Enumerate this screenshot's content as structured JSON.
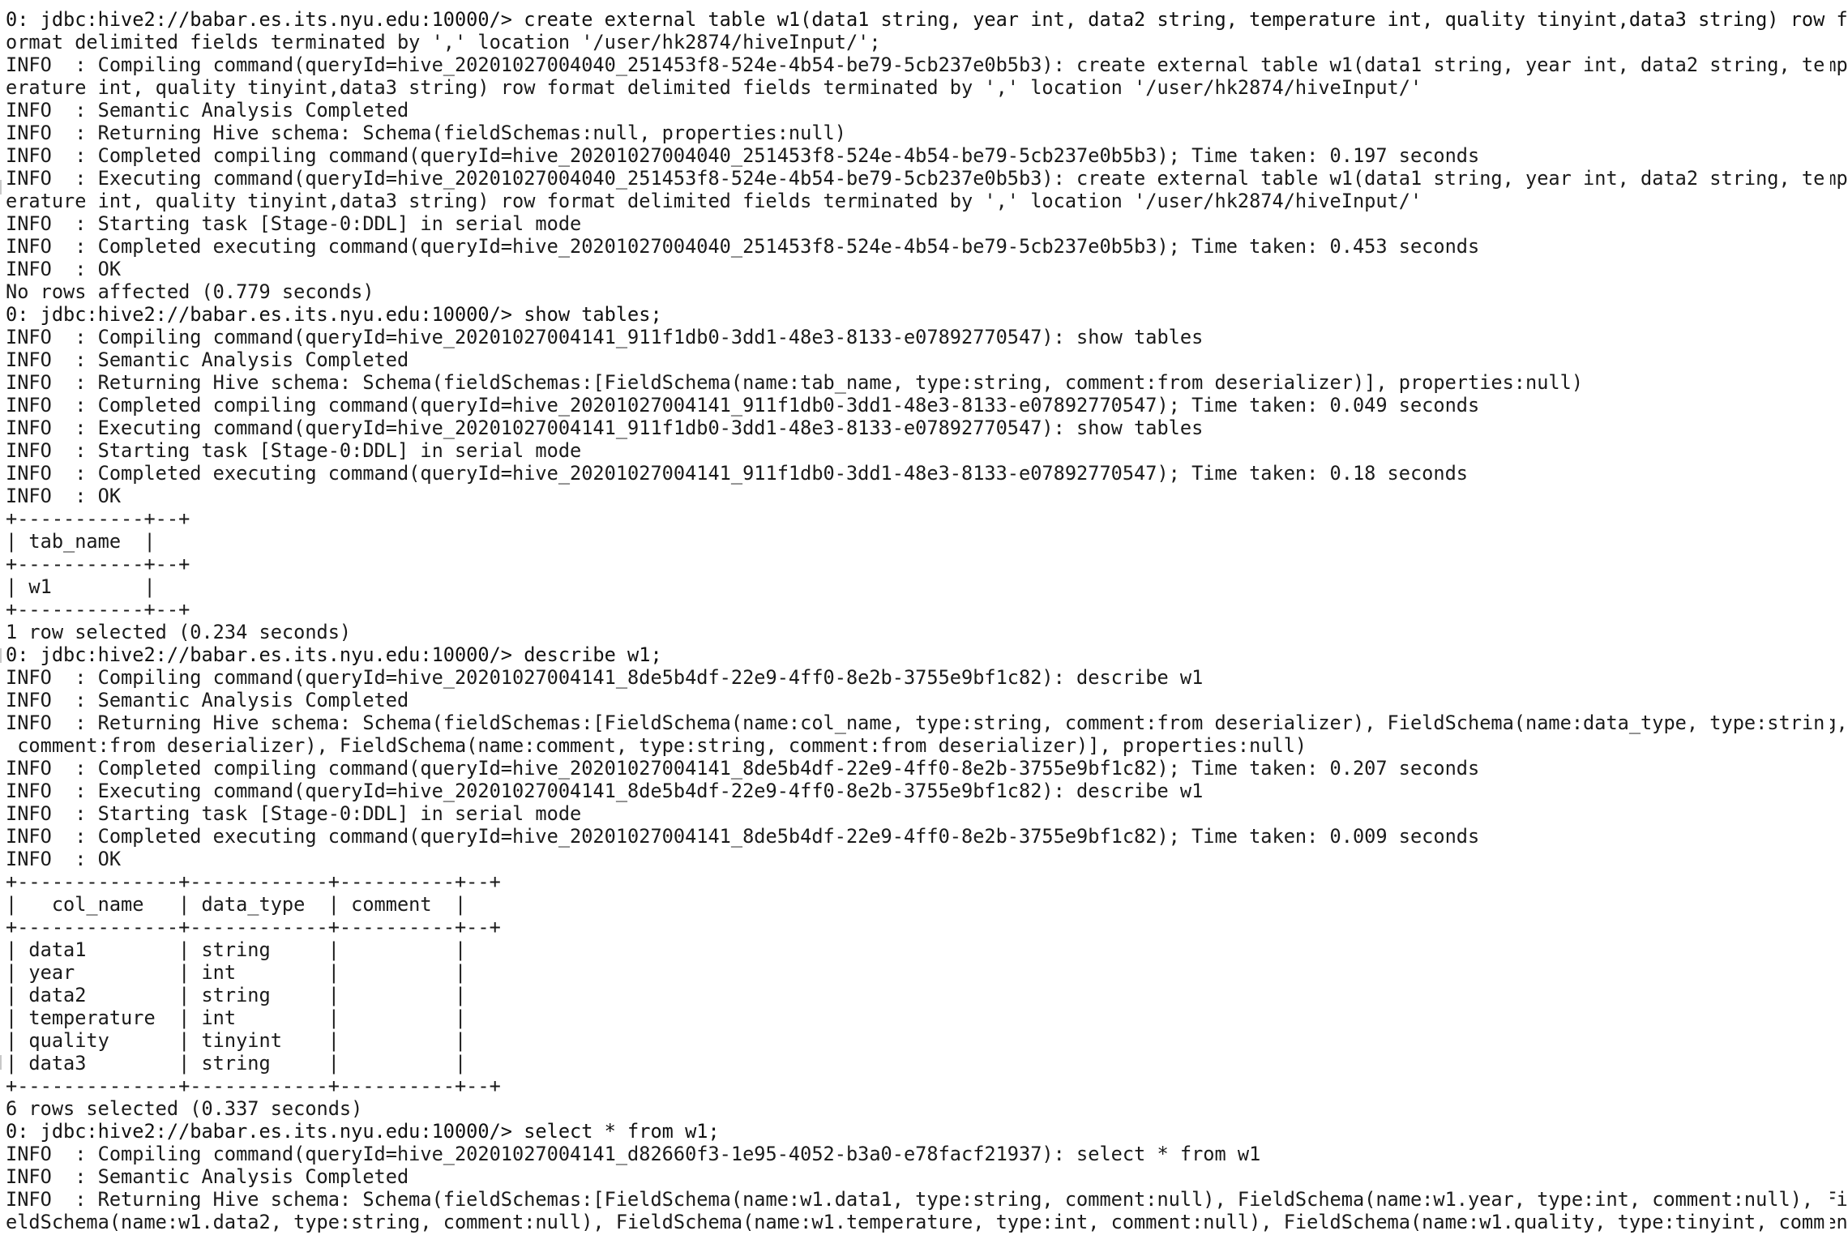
{
  "terminal": {
    "lines": [
      "0: jdbc:hive2://babar.es.its.nyu.edu:10000/> create external table w1(data1 string, year int, data2 string, temperature int, quality tinyint,data3 string) row f",
      "ormat delimited fields terminated by ',' location '/user/hk2874/hiveInput/';",
      "INFO  : Compiling command(queryId=hive_20201027004040_251453f8-524e-4b54-be79-5cb237e0b5b3): create external table w1(data1 string, year int, data2 string, temp",
      "erature int, quality tinyint,data3 string) row format delimited fields terminated by ',' location '/user/hk2874/hiveInput/'",
      "INFO  : Semantic Analysis Completed",
      "INFO  : Returning Hive schema: Schema(fieldSchemas:null, properties:null)",
      "INFO  : Completed compiling command(queryId=hive_20201027004040_251453f8-524e-4b54-be79-5cb237e0b5b3); Time taken: 0.197 seconds",
      "INFO  : Executing command(queryId=hive_20201027004040_251453f8-524e-4b54-be79-5cb237e0b5b3): create external table w1(data1 string, year int, data2 string, temp",
      "erature int, quality tinyint,data3 string) row format delimited fields terminated by ',' location '/user/hk2874/hiveInput/'",
      "INFO  : Starting task [Stage-0:DDL] in serial mode",
      "INFO  : Completed executing command(queryId=hive_20201027004040_251453f8-524e-4b54-be79-5cb237e0b5b3); Time taken: 0.453 seconds",
      "INFO  : OK",
      "No rows affected (0.779 seconds)",
      "0: jdbc:hive2://babar.es.its.nyu.edu:10000/> show tables;",
      "INFO  : Compiling command(queryId=hive_20201027004141_911f1db0-3dd1-48e3-8133-e07892770547): show tables",
      "INFO  : Semantic Analysis Completed",
      "INFO  : Returning Hive schema: Schema(fieldSchemas:[FieldSchema(name:tab_name, type:string, comment:from deserializer)], properties:null)",
      "INFO  : Completed compiling command(queryId=hive_20201027004141_911f1db0-3dd1-48e3-8133-e07892770547); Time taken: 0.049 seconds",
      "INFO  : Executing command(queryId=hive_20201027004141_911f1db0-3dd1-48e3-8133-e07892770547): show tables",
      "INFO  : Starting task [Stage-0:DDL] in serial mode",
      "INFO  : Completed executing command(queryId=hive_20201027004141_911f1db0-3dd1-48e3-8133-e07892770547); Time taken: 0.18 seconds",
      "INFO  : OK",
      "+-----------+--+",
      "| tab_name  |",
      "+-----------+--+",
      "| w1        |",
      "+-----------+--+",
      "1 row selected (0.234 seconds)",
      "0: jdbc:hive2://babar.es.its.nyu.edu:10000/> describe w1;",
      "INFO  : Compiling command(queryId=hive_20201027004141_8de5b4df-22e9-4ff0-8e2b-3755e9bf1c82): describe w1",
      "INFO  : Semantic Analysis Completed",
      "INFO  : Returning Hive schema: Schema(fieldSchemas:[FieldSchema(name:col_name, type:string, comment:from deserializer), FieldSchema(name:data_type, type:string,",
      " comment:from deserializer), FieldSchema(name:comment, type:string, comment:from deserializer)], properties:null)",
      "INFO  : Completed compiling command(queryId=hive_20201027004141_8de5b4df-22e9-4ff0-8e2b-3755e9bf1c82); Time taken: 0.207 seconds",
      "INFO  : Executing command(queryId=hive_20201027004141_8de5b4df-22e9-4ff0-8e2b-3755e9bf1c82): describe w1",
      "INFO  : Starting task [Stage-0:DDL] in serial mode",
      "INFO  : Completed executing command(queryId=hive_20201027004141_8de5b4df-22e9-4ff0-8e2b-3755e9bf1c82); Time taken: 0.009 seconds",
      "INFO  : OK",
      "+--------------+------------+----------+--+",
      "|   col_name   | data_type  | comment  |",
      "+--------------+------------+----------+--+",
      "| data1        | string     |          |",
      "| year         | int        |          |",
      "| data2        | string     |          |",
      "| temperature  | int        |          |",
      "| quality      | tinyint    |          |",
      "| data3        | string     |          |",
      "+--------------+------------+----------+--+",
      "6 rows selected (0.337 seconds)",
      "0: jdbc:hive2://babar.es.its.nyu.edu:10000/> select * from w1;",
      "INFO  : Compiling command(queryId=hive_20201027004141_d82660f3-1e95-4052-b3a0-e78facf21937): select * from w1",
      "INFO  : Semantic Analysis Completed",
      "INFO  : Returning Hive schema: Schema(fieldSchemas:[FieldSchema(name:w1.data1, type:string, comment:null), FieldSchema(name:w1.year, type:int, comment:null), Fi",
      "eldSchema(name:w1.data2, type:string, comment:null), FieldSchema(name:w1.temperature, type:int, comment:null), FieldSchema(name:w1.quality, type:tinyint, commen"
    ]
  }
}
